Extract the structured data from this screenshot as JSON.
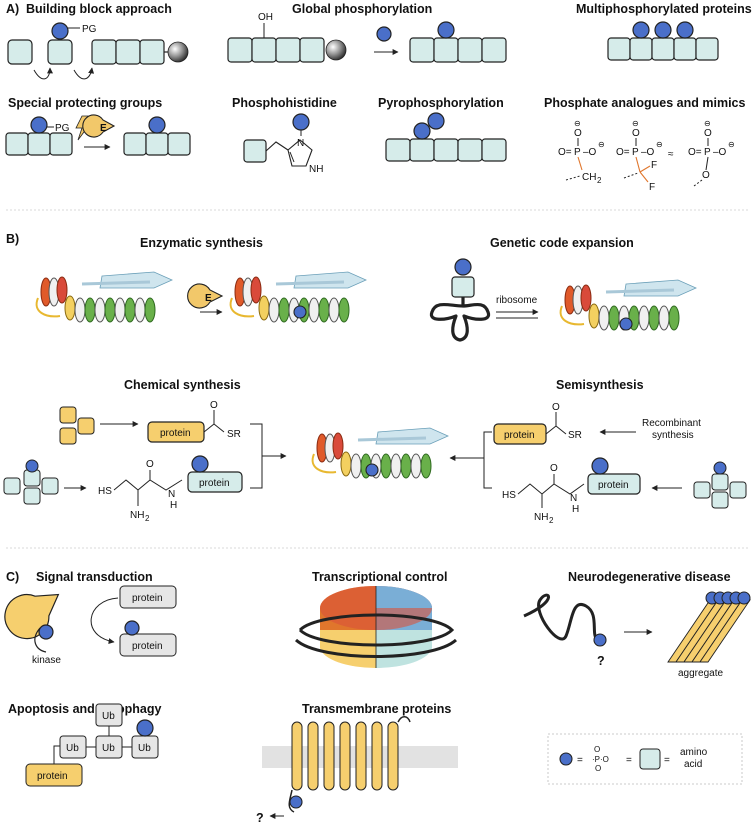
{
  "sections": {
    "a": "A)",
    "b": "B)",
    "c": "C)"
  },
  "panel_a": {
    "building_block": "Building block approach",
    "global_phos": "Global phosphorylation",
    "multiphos": "Multiphosphorylated proteins",
    "special_pg": "Special protecting groups",
    "phosphohistidine": "Phosphohistidine",
    "pyrophos": "Pyrophosphorylation",
    "analogues": "Phosphate analogues and mimics",
    "pg": "PG",
    "oh": "OH",
    "e": "E",
    "nh": "NH",
    "n": "N",
    "ch2": "CH",
    "ch2_sub": "2",
    "f": "F",
    "approx": "≈"
  },
  "panel_b": {
    "enzymatic": "Enzymatic synthesis",
    "genetic": "Genetic code expansion",
    "ribosome": "ribosome",
    "chemical": "Chemical synthesis",
    "semisynthesis": "Semisynthesis",
    "protein": "protein",
    "sr": "SR",
    "hs": "HS",
    "nh2": "NH",
    "nh2_sub": "2",
    "nh_amide": "N",
    "h": "H",
    "o": "O",
    "recombinant_1": "Recombinant",
    "recombinant_2": "synthesis",
    "e": "E"
  },
  "panel_c": {
    "signal": "Signal transduction",
    "transcriptional": "Transcriptional control",
    "neuro": "Neurodegenerative disease",
    "apoptosis": "Apoptosis and autophagy",
    "transmembrane": "Transmembrane proteins",
    "protein": "protein",
    "kinase": "kinase",
    "aggregate": "aggregate",
    "ub": "Ub",
    "question": "?",
    "legend_eq": "=",
    "legend_amino_1": "amino",
    "legend_amino_2": "acid"
  },
  "colors": {
    "residue": "#d6ecea",
    "phospho": "#4a6fc9",
    "enzyme": "#f2c86a",
    "orange": "#e0762c",
    "red": "#d9523a",
    "blue": "#7aaed6",
    "yellow": "#f6cf6e",
    "teal": "#bfe3e0",
    "grey": "#e6e6e6",
    "membrane": "#e2e2e2"
  },
  "icons": [
    "phosphate-circle-icon",
    "amino-acid-square-icon",
    "enzyme-pacman-icon",
    "resin-bead-icon",
    "helix-protein-icon",
    "trna-icon",
    "nucleosome-icon",
    "fibril-icon",
    "membrane-icon"
  ]
}
